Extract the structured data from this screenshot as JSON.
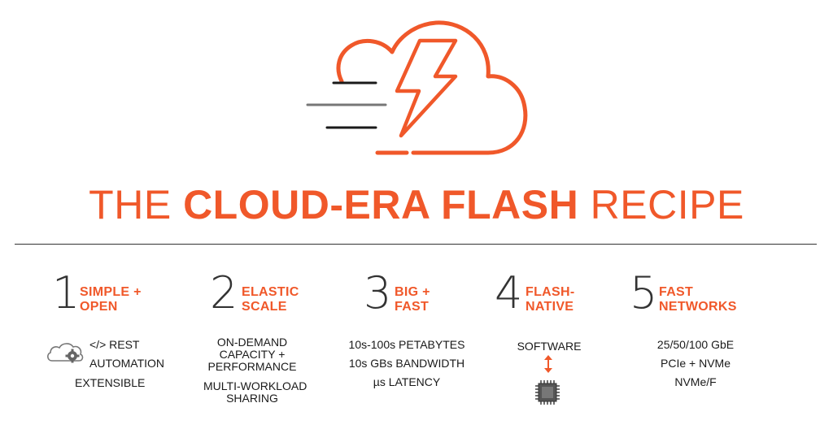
{
  "title": {
    "part1": "THE ",
    "bold": "CLOUD-ERA FLASH",
    "part2": " RECIPE"
  },
  "colors": {
    "accent": "#f0582a",
    "text": "#1a1a1a",
    "gray": "#777777"
  },
  "hero": {
    "icon": "cloud-lightning-icon",
    "speed_lines": "speed-lines-icon"
  },
  "columns": [
    {
      "number": "1",
      "heading": [
        "SIMPLE +",
        "OPEN"
      ],
      "icon": "cloud-gear-icon",
      "items": [
        "</> REST",
        "AUTOMATION",
        "EXTENSIBLE"
      ]
    },
    {
      "number": "2",
      "heading": [
        "ELASTIC",
        "SCALE"
      ],
      "items": [
        "ON-DEMAND",
        "CAPACITY +",
        "PERFORMANCE",
        "MULTI-WORKLOAD",
        "SHARING"
      ]
    },
    {
      "number": "3",
      "heading": [
        "BIG +",
        "FAST"
      ],
      "items": [
        "10s-100s PETABYTES",
        "10s GBs BANDWIDTH",
        "µs LATENCY"
      ]
    },
    {
      "number": "4",
      "heading": [
        "FLASH-",
        "NATIVE"
      ],
      "icons": [
        "up-down-arrow-icon",
        "chip-icon"
      ],
      "items": [
        "SOFTWARE"
      ]
    },
    {
      "number": "5",
      "heading": [
        "FAST",
        "NETWORKS"
      ],
      "items": [
        "25/50/100 GbE",
        "PCIe + NVMe",
        "NVMe/F"
      ]
    }
  ]
}
